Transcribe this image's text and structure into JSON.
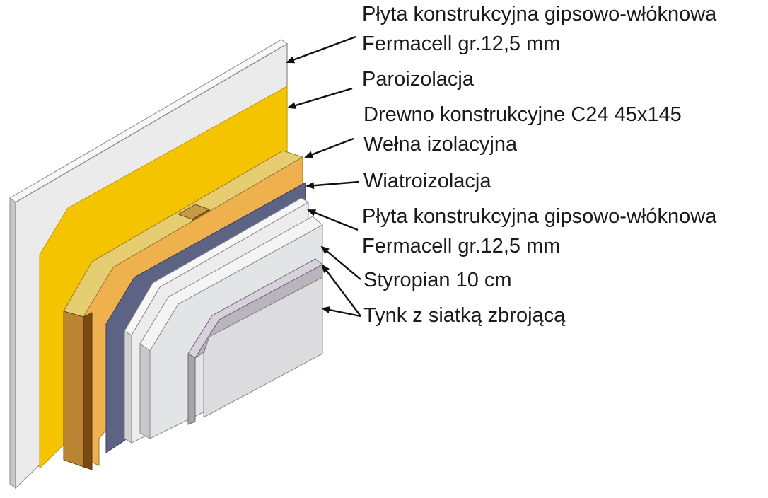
{
  "labels": {
    "plate_inner_line1": "Płyta konstrukcyjna gipsowo-włóknowa",
    "plate_inner_line2": "Fermacell gr.12,5 mm",
    "vapor_barrier": "Paroizolacja",
    "timber": "Drewno konstrukcyjne C24 45x145",
    "wool": "Wełna izolacyjna",
    "wind_barrier": "Wiatroizolacja",
    "plate_outer_line1": "Płyta konstrukcyjna gipsowo-włóknowa",
    "plate_outer_line2": "Fermacell gr.12,5 mm",
    "eps": "Styropian 10 cm",
    "render": "Tynk z siatką zbrojącą"
  },
  "colors": {
    "plate": "#ebebeb",
    "vapor_barrier": "#f5c400",
    "timber": "#b98532",
    "wool": "#eeb14e",
    "wind_barrier": "#5d6385",
    "eps": "#e3e4e6",
    "render": "#b9b4bd",
    "edge": "#8a8a8a"
  }
}
